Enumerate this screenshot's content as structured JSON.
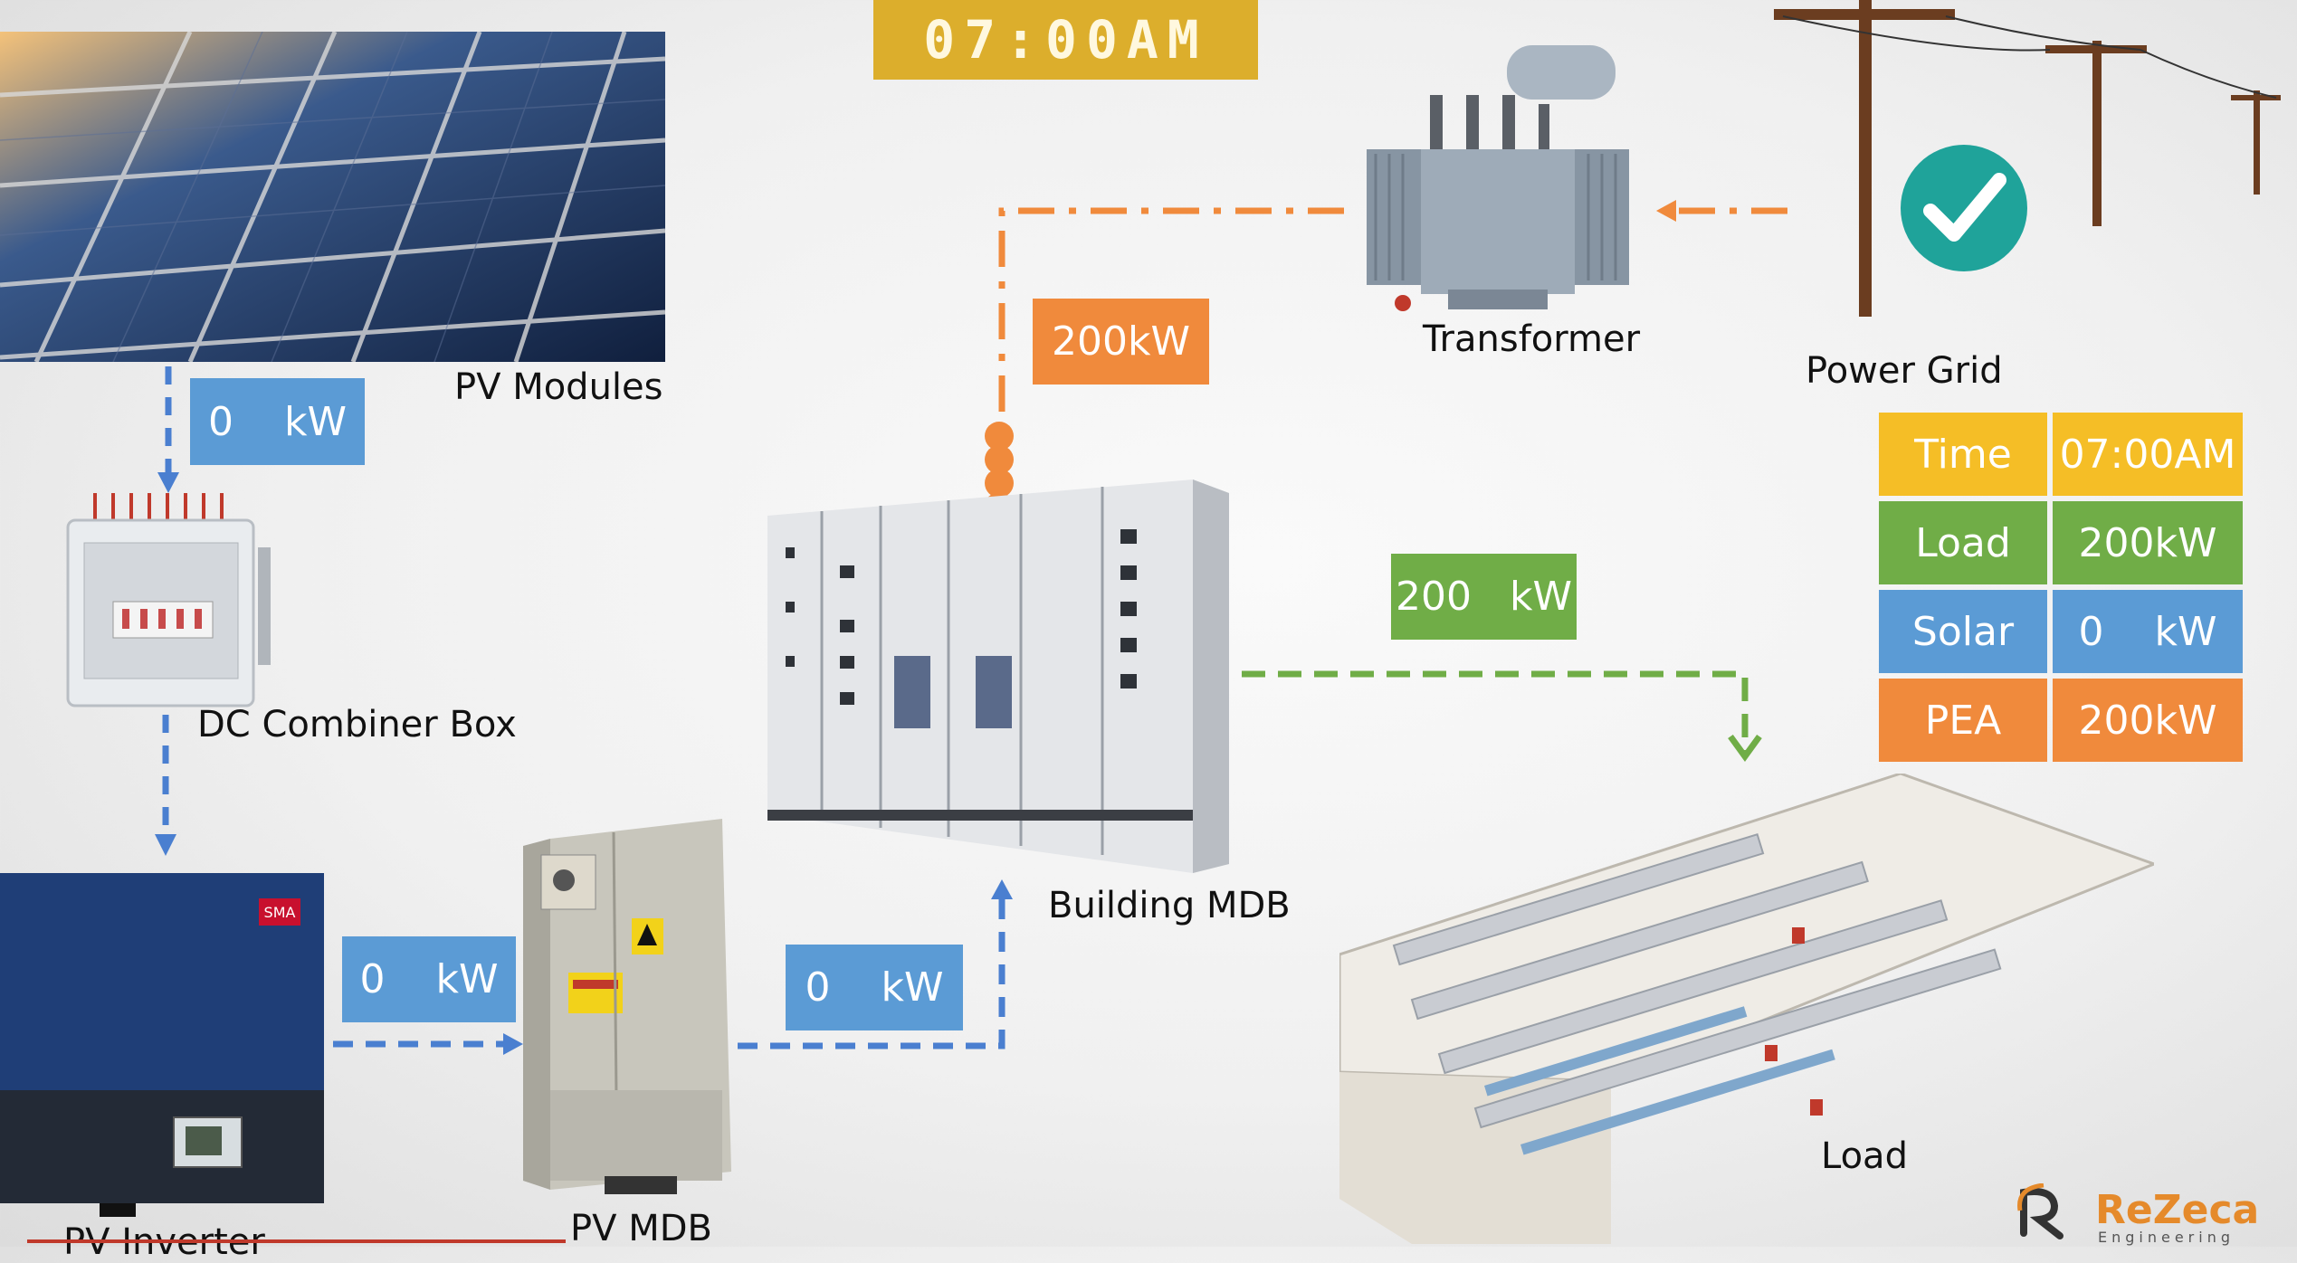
{
  "clock": "07:00AM",
  "labels": {
    "pv_modules": "PV Modules",
    "dc_combiner": "DC Combiner Box",
    "pv_inverter": "PV Inverter",
    "pv_mdb": "PV MDB",
    "building_mdb": "Building MDB",
    "transformer": "Transformer",
    "power_grid": "Power Grid",
    "load": "Load"
  },
  "flows": {
    "pv_to_combiner": "0    kW",
    "inverter_to_pvmdb": "0    kW",
    "pvmdb_to_building": "0    kW",
    "transformer_to_building": "200kW",
    "building_to_load": "200   kW"
  },
  "summary": [
    {
      "key": "Time",
      "value": "07:00AM",
      "color": "#f5be26"
    },
    {
      "key": "Load",
      "value": "200kW",
      "color": "#70ad47"
    },
    {
      "key": "Solar",
      "value": "0    kW",
      "color": "#5b9bd5"
    },
    {
      "key": "PEA",
      "value": "200kW",
      "color": "#f08a3c"
    }
  ],
  "logo": {
    "name": "ReZeca",
    "sub": "Engineering"
  },
  "colors": {
    "solar_flow": "#4a7fd0",
    "grid_flow": "#f08a3c",
    "load_flow": "#70ad47",
    "grid_ok": "#1fa39a"
  },
  "icons": [
    "solar-panel-icon",
    "combiner-box-icon",
    "inverter-icon",
    "pv-mdb-icon",
    "building-mdb-icon",
    "transformer-icon",
    "power-pole-icon",
    "check-icon",
    "factory-load-icon"
  ]
}
